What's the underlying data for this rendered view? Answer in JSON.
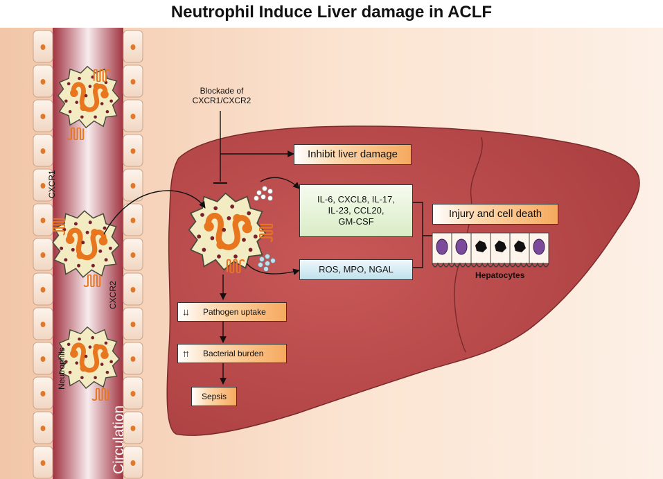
{
  "title": "Neutrophil Induce Liver damage in ACLF",
  "labels": {
    "blockade": "Blockade of\nCXCR1/CXCR2",
    "cxcr1": "CXCR1",
    "cxcr2": "CXCR2",
    "neutrophils": "Neutrophils",
    "circulation": "Circulation",
    "hepatocytes": "Hepatocytes"
  },
  "boxes": {
    "inhibit": "Inhibit liver damage",
    "cytokines": "IL-6, CXCL8, IL-17,\nIL-23, CCL20,\nGM-CSF",
    "ros": "ROS,  MPO, NGAL",
    "injury": "Injury and cell death",
    "pathogen_arrows": "↓↓",
    "pathogen": "Pathogen uptake",
    "bacterial_arrows": "↑↑",
    "bacterial": "Bacterial burden",
    "sepsis": "Sepsis"
  },
  "colors": {
    "liver": "#b94b4b",
    "vessel": "#a83a48",
    "receptor": "#e8761e",
    "neutrophil_body": "#f3ecc2",
    "nucleus": "#e8761e"
  }
}
